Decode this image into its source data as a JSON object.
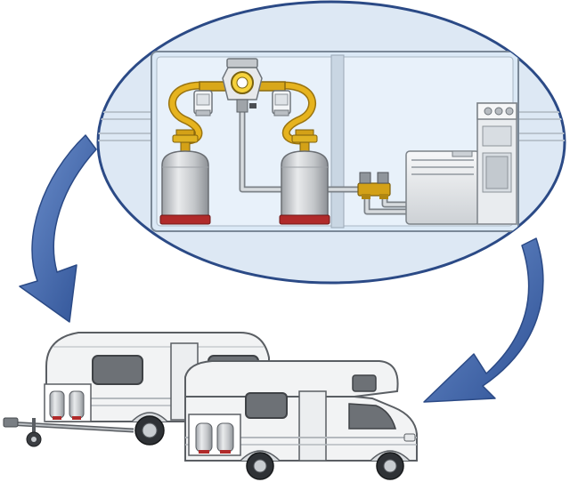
{
  "diagram": {
    "text_labels": [],
    "components": {
      "inset_view": "gas-cylinder-locker-inset",
      "cylinders": [
        "left-gas-cylinder",
        "right-gas-cylinder"
      ],
      "regulator": "changeover-regulator",
      "appliances": [
        "heater-appliance",
        "stove-appliance"
      ],
      "vehicles": [
        "caravan-trailer",
        "motorhome"
      ],
      "arrows": [
        "left-curved-arrow",
        "right-curved-arrow"
      ]
    },
    "colors": {
      "ellipse_border": "#2b4a86",
      "ellipse_fill": "#dde8f4",
      "cabinet_wall": "#dbe9f6",
      "arrow_fill": "#3a63a8",
      "cylinder_body": "#c8cacd",
      "cylinder_base": "#b02a2a",
      "hose_gold": "#e6b31e",
      "valve_brass": "#d3a117",
      "vehicle_body": "#f2f3f4",
      "vehicle_outline": "#5a5e63",
      "window_dark": "#6d7176"
    }
  }
}
